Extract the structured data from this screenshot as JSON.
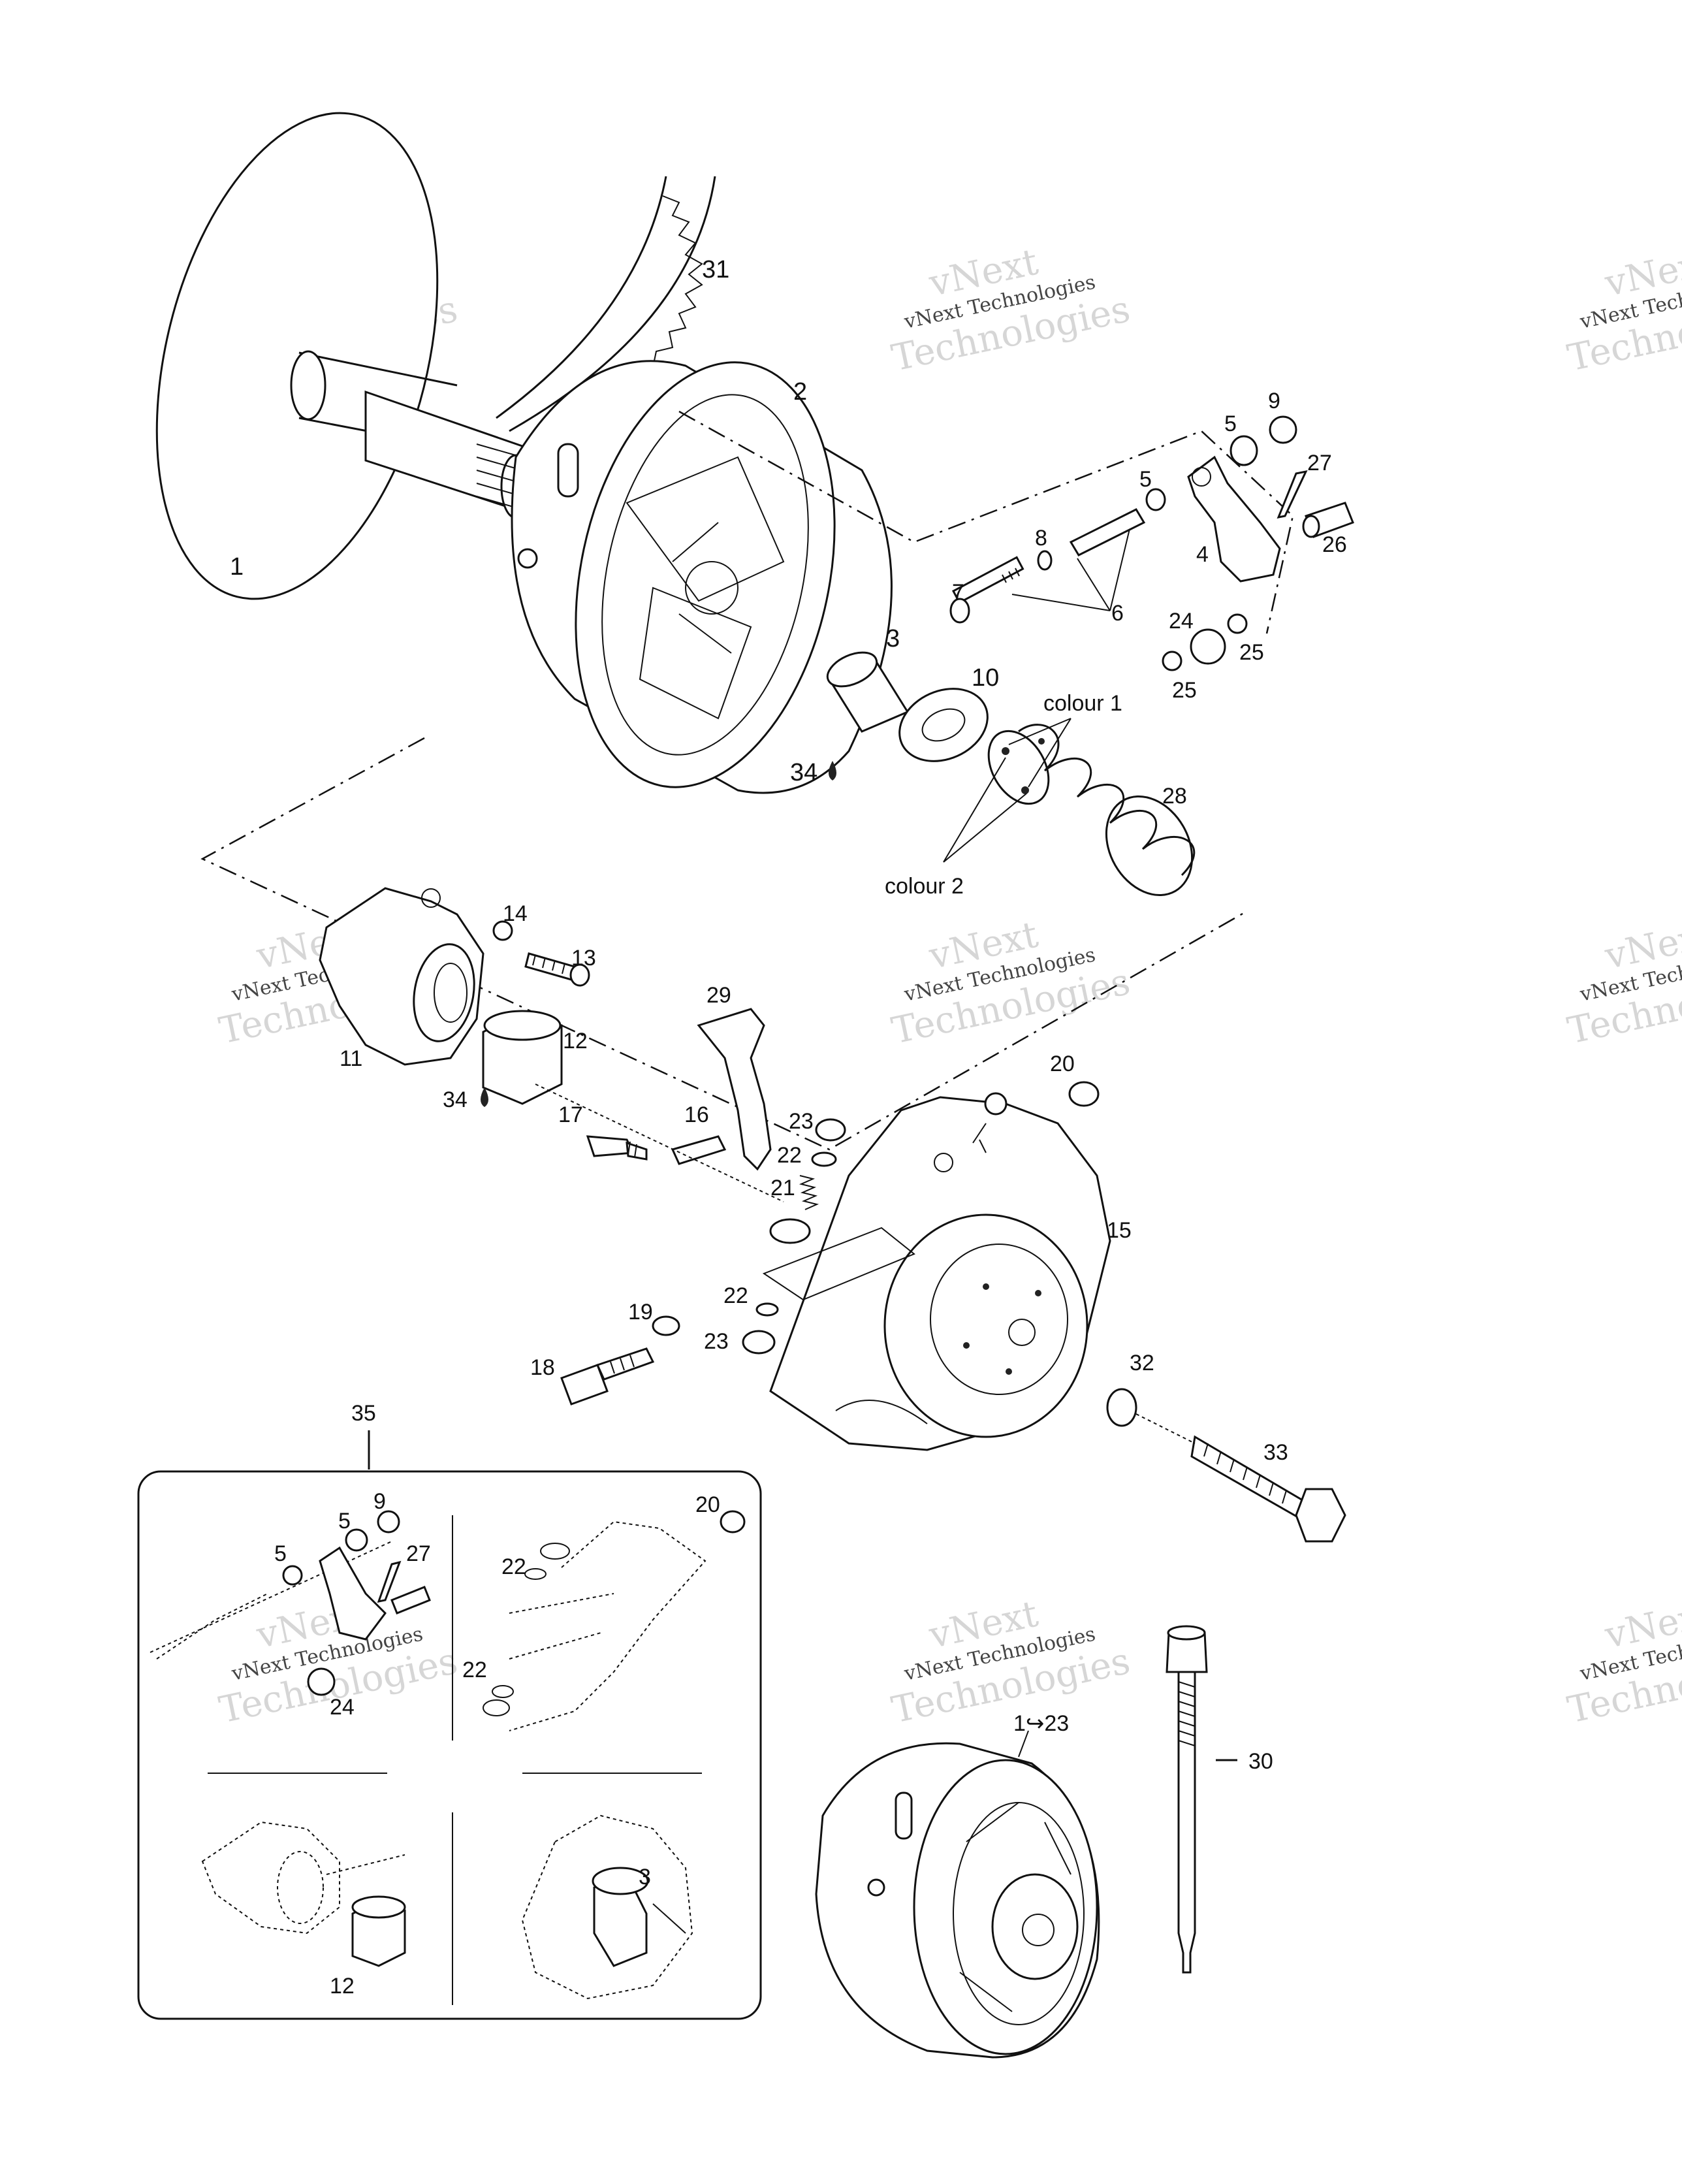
{
  "watermark": {
    "line1": "vNext",
    "line2": "vNext Technologies",
    "line3": "Technologies"
  },
  "callouts": {
    "c1": "1",
    "c2": "2",
    "c3": "3",
    "c4": "4",
    "c5a": "5",
    "c5b": "5",
    "c6": "6",
    "c7": "7",
    "c8": "8",
    "c9": "9",
    "c10": "10",
    "c11": "11",
    "c12": "12",
    "c13": "13",
    "c14": "14",
    "c15": "15",
    "c16": "16",
    "c17": "17",
    "c18": "18",
    "c19": "19",
    "c20": "20",
    "c21": "21",
    "c22a": "22",
    "c22b": "22",
    "c23a": "23",
    "c23b": "23",
    "c24": "24",
    "c25a": "25",
    "c25b": "25",
    "c26": "26",
    "c27": "27",
    "c28": "28",
    "c29": "29",
    "c30": "30",
    "c31": "31",
    "c32": "32",
    "c33": "33",
    "c34a": "34",
    "c34b": "34",
    "c35": "35",
    "c1to23": "1↪23",
    "colour1": "colour 1",
    "colour2": "colour 2"
  },
  "inset": {
    "p1": {
      "c5a": "5",
      "c5b": "5",
      "c9": "9",
      "c27": "27",
      "c24": "24"
    },
    "p2": {
      "c20": "20",
      "c22a": "22",
      "c22b": "22"
    },
    "p3": {
      "c12": "12"
    },
    "p4": {
      "c3": "3"
    }
  }
}
